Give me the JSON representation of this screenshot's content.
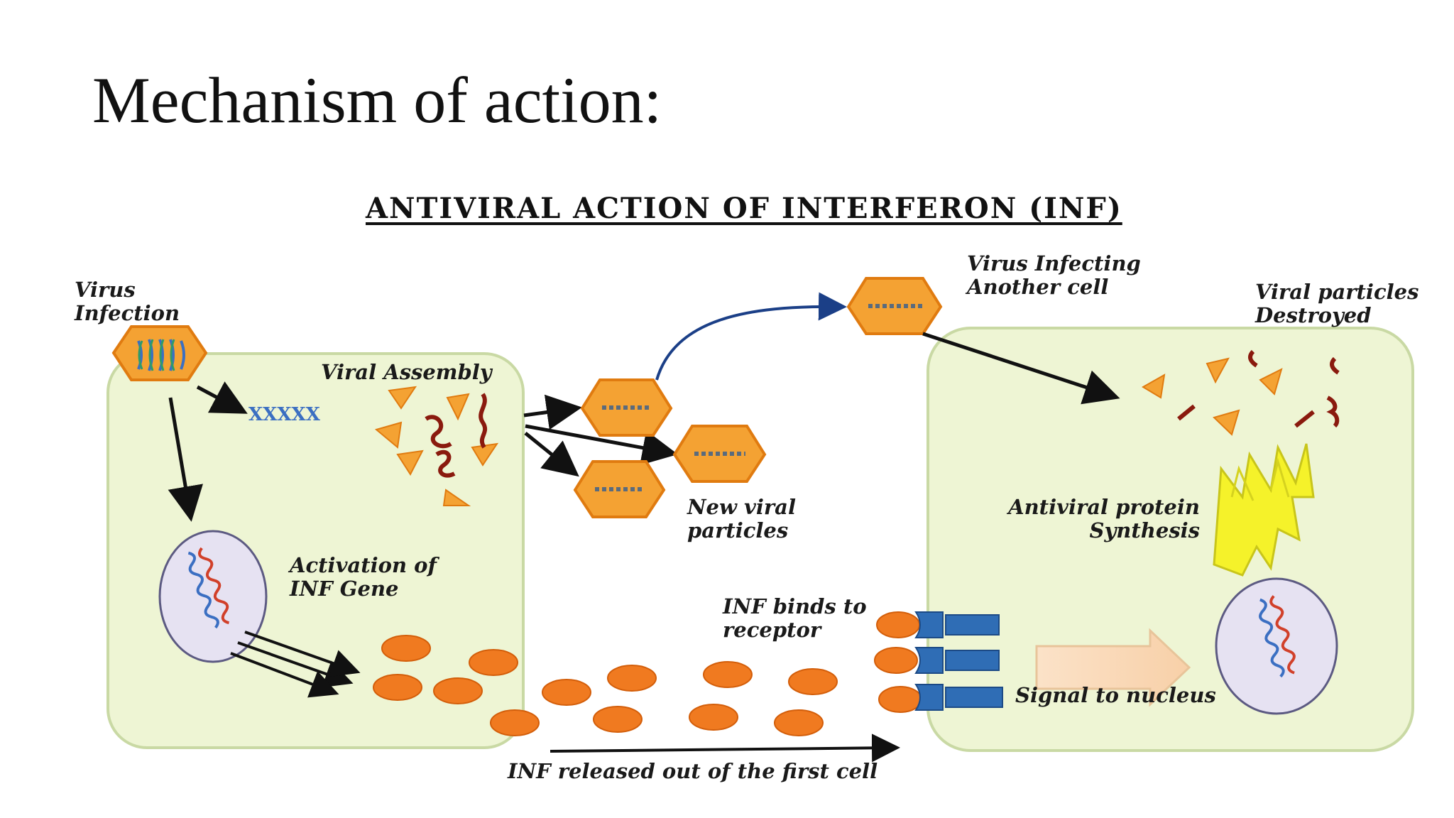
{
  "slide": {
    "title": "Mechanism of action:"
  },
  "diagram": {
    "title": "ANTIVIRAL ACTION OF INTERFERON (INF)",
    "labels": {
      "virus_infection": [
        "Virus",
        "Infection"
      ],
      "viral_assembly": "Viral Assembly",
      "virus_infecting": [
        "Virus  Infecting",
        "Another cell"
      ],
      "viral_destroyed": [
        "Viral particles",
        "Destroyed"
      ],
      "new_viral": [
        "New viral",
        "particles"
      ],
      "activation": [
        "Activation of",
        "INF Gene"
      ],
      "inf_binds": [
        "INF binds to",
        "receptor"
      ],
      "antiviral_protein": [
        "Antiviral protein",
        "Synthesis"
      ],
      "signal": "Signal to nucleus",
      "released": "INF released out of the first cell",
      "dna_letters": "XXXXX"
    }
  },
  "colors": {
    "cell_fill": "#eef5d4",
    "cell_stroke": "#c9d9a4",
    "virus_orange": "#f4a233",
    "virus_stroke": "#e07b10",
    "inf_orange": "#f07a20",
    "receptor_blue": "#2f6db5",
    "protein_yellow": "#f5f22a",
    "nucleus_fill": "#e6e2f2",
    "rna_red": "#8a1a0e"
  }
}
